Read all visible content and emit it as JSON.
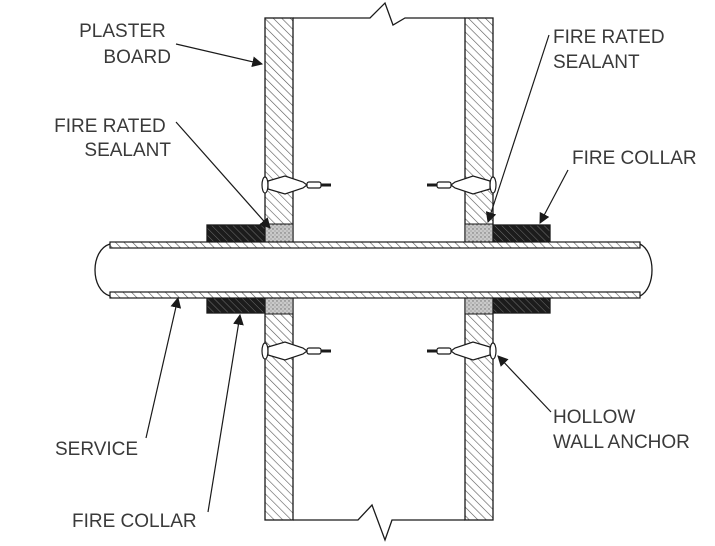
{
  "labels": {
    "plaster_board": [
      "PLASTER",
      "BOARD"
    ],
    "sealant_left": [
      "FIRE RATED",
      "SEALANT"
    ],
    "sealant_right": [
      "FIRE RATED",
      "SEALANT"
    ],
    "fire_collar_right": [
      "FIRE COLLAR"
    ],
    "hollow_wall_anchor": [
      "HOLLOW",
      "WALL ANCHOR"
    ],
    "service": [
      "SERVICE"
    ],
    "fire_collar_bottom": [
      "FIRE COLLAR"
    ]
  },
  "colors": {
    "line": "#1a1a1a",
    "hatch": "#555555",
    "collar": "#1c1c1c",
    "sealant": "#b5b5b5",
    "text": "#3a3a3a"
  }
}
